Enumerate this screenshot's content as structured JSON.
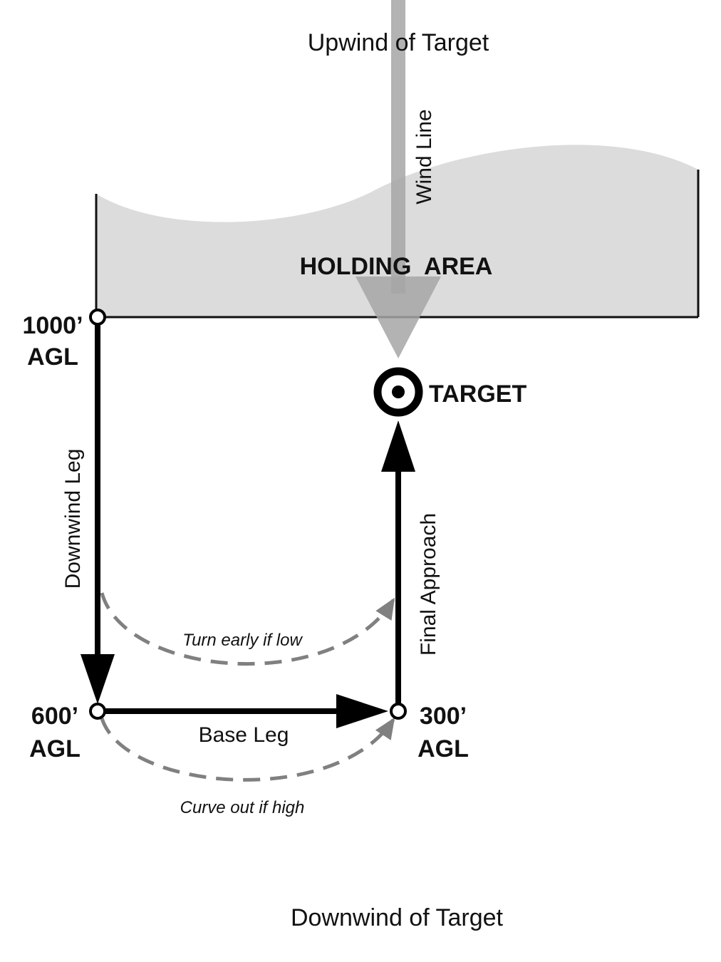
{
  "labels": {
    "upwind": "Upwind of Target",
    "downwind_of_target": "Downwind of Target",
    "wind_line": "Wind Line",
    "holding_area": "HOLDING  AREA",
    "target": "TARGET",
    "downwind_leg": "Downwind Leg",
    "base_leg": "Base Leg",
    "final_approach": "Final Approach",
    "turn_early": "Turn early if low",
    "curve_out": "Curve out if high"
  },
  "altitudes": {
    "point_1000": {
      "value": "1000’",
      "unit": "AGL"
    },
    "point_600": {
      "value": "600’",
      "unit": "AGL"
    },
    "point_300": {
      "value": "300’",
      "unit": "AGL"
    }
  },
  "colors": {
    "holding_area_fill": "#dcdcdc",
    "wind_line": "#a6a6a6",
    "path": "#000000",
    "dashed_correction": "#808080"
  }
}
